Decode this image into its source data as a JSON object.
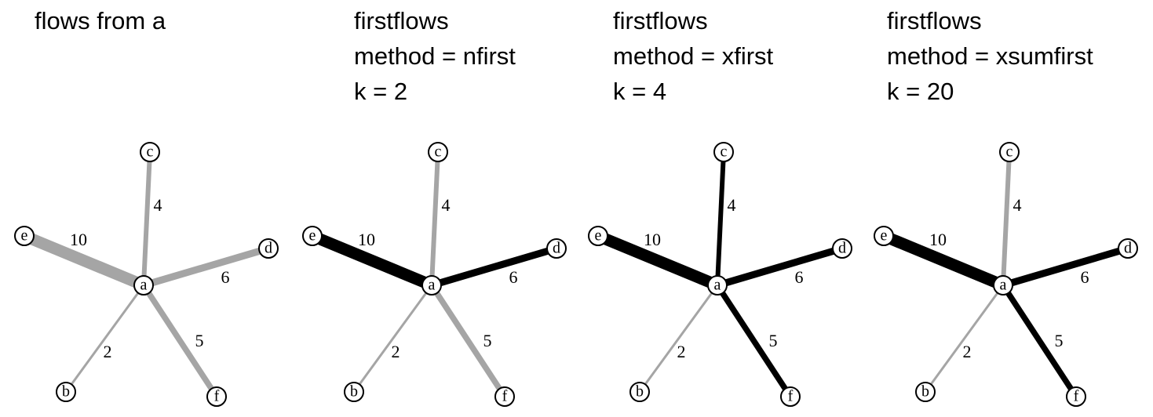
{
  "colors": {
    "inactive": "#a5a5a5",
    "selected": "#000000",
    "node_fill": "#ffffff",
    "node_stroke": "#000000"
  },
  "graph": {
    "center": "a",
    "nodes": [
      "a",
      "b",
      "c",
      "d",
      "e",
      "f"
    ],
    "edges": [
      {
        "from": "a",
        "to": "e",
        "flow": 10
      },
      {
        "from": "a",
        "to": "d",
        "flow": 6
      },
      {
        "from": "a",
        "to": "f",
        "flow": 5
      },
      {
        "from": "a",
        "to": "c",
        "flow": 4
      },
      {
        "from": "a",
        "to": "b",
        "flow": 2
      }
    ]
  },
  "panels": [
    {
      "title_lines": [
        "flows from a"
      ],
      "selected": []
    },
    {
      "title_lines": [
        "firstflows",
        "method = nfirst",
        "k = 2"
      ],
      "selected": [
        "e",
        "d"
      ]
    },
    {
      "title_lines": [
        "firstflows",
        "method = xfirst",
        "k = 4"
      ],
      "selected": [
        "e",
        "d",
        "f",
        "c"
      ]
    },
    {
      "title_lines": [
        "firstflows",
        "method = xsumfirst",
        "k = 20"
      ],
      "selected": [
        "e",
        "d",
        "f"
      ]
    }
  ]
}
